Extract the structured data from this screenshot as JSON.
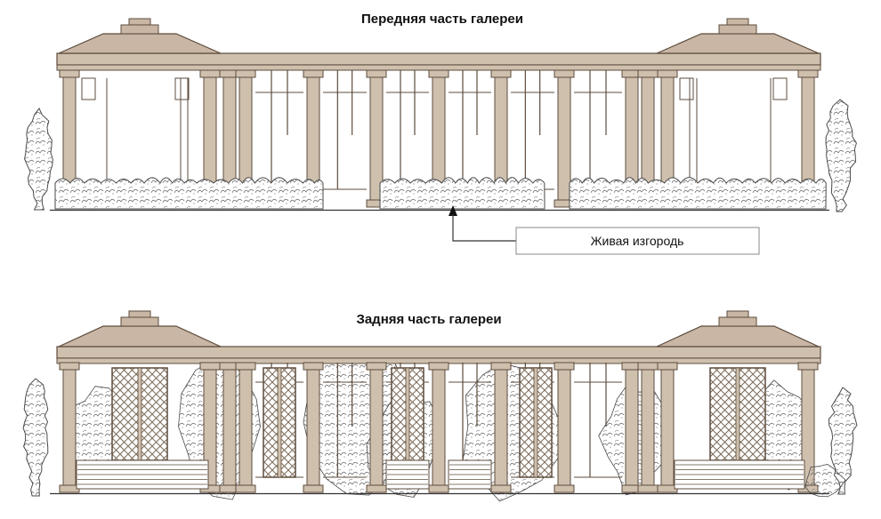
{
  "front_elevation": {
    "title": "Передняя часть галереи"
  },
  "back_elevation": {
    "title": "Задняя часть галереи"
  },
  "callout": {
    "label": "Живая изгородь"
  },
  "colors": {
    "wood": "#cfc0ae",
    "roof": "#c9b6a4",
    "outline": "#5d4c3d",
    "vegetation": "#4a4a4a",
    "ground_line": "#333333",
    "callout_border": "#8a8a8a",
    "text": "#111111",
    "background": "#ffffff"
  }
}
